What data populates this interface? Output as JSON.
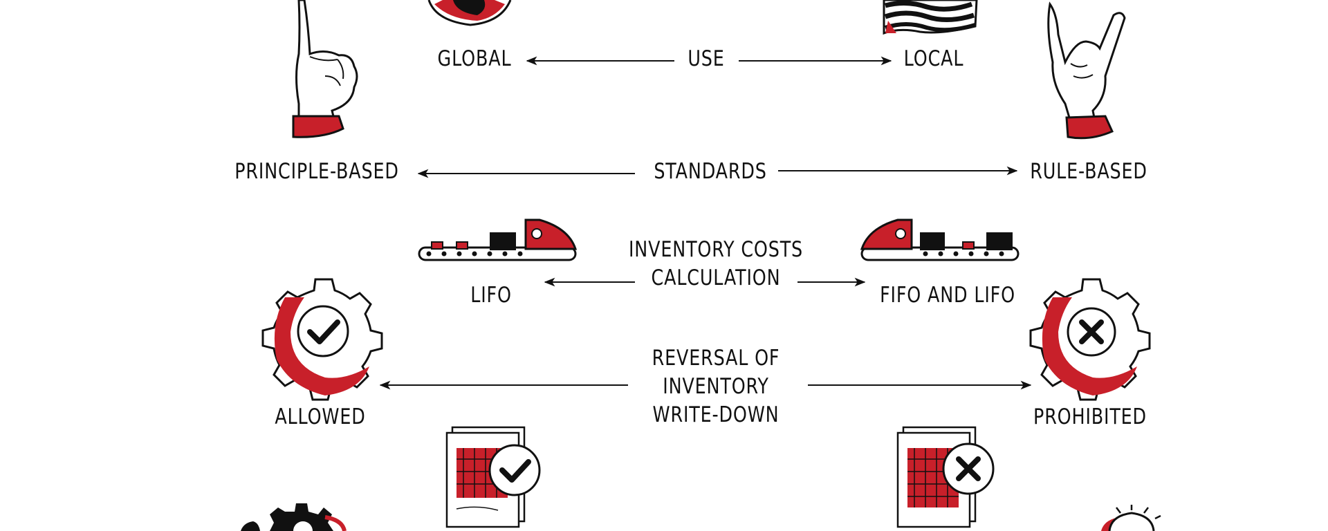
{
  "rows": [
    {
      "center": "USE",
      "left": "GLOBAL",
      "right": "LOCAL"
    },
    {
      "center": "STANDARDS",
      "left": "PRINCIPLE-BASED",
      "right": "RULE-BASED"
    },
    {
      "center_lines": [
        "INVENTORY COSTS",
        "CALCULATION"
      ],
      "left": "LIFO",
      "right": "FIFO AND LIFO"
    },
    {
      "center_lines": [
        "REVERSAL OF",
        "INVENTORY",
        "WRITE-DOWN"
      ],
      "left": "ALLOWED",
      "right": "PROHIBITED"
    }
  ],
  "icons": {
    "globe": "globe-icon",
    "flag": "flag-icon",
    "index_hand": "index-finger-hand-icon",
    "horns_hand": "rock-horns-hand-icon",
    "conveyor_left": "conveyor-belt-icon",
    "conveyor_right": "conveyor-belt-icon",
    "gear_check": "gear-check-icon",
    "gear_cross": "gear-cross-icon",
    "doc_check": "document-check-icon",
    "doc_cross": "document-cross-icon",
    "gears_partial": "gears-icon",
    "lightbulb_partial": "lightbulb-icon"
  },
  "colors": {
    "accent": "#c8202a",
    "ink": "#111111",
    "background": "#ffffff"
  }
}
